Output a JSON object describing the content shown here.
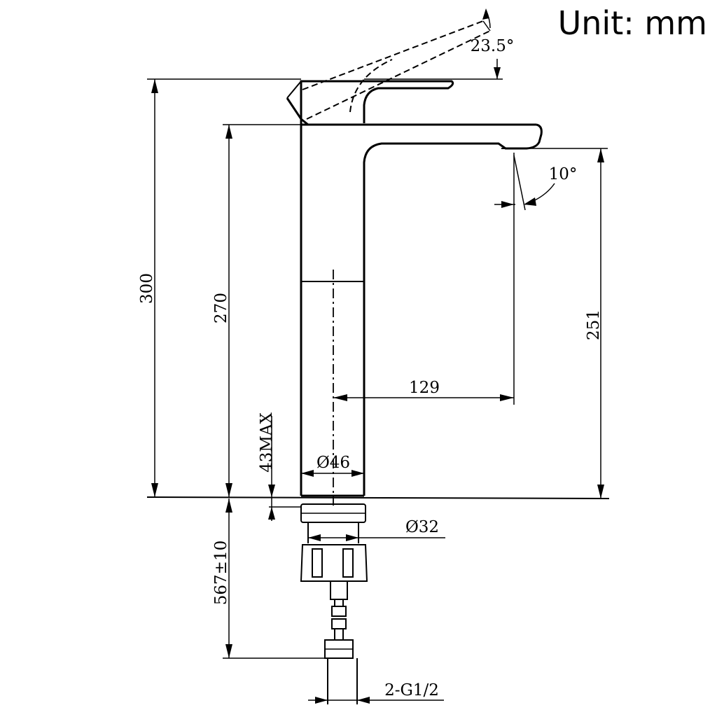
{
  "unit_label": "Unit: mm",
  "dimensions": {
    "total_height": "300",
    "body_height": "270",
    "spout_height": "251",
    "spout_reach": "129",
    "body_diameter": "Ø46",
    "thread_diameter": "Ø32",
    "deck_thickness": "43MAX",
    "hose_length": "567±10",
    "hose_connector": "2-G1/2",
    "lever_angle": "23.5°",
    "spout_angle": "10°"
  }
}
